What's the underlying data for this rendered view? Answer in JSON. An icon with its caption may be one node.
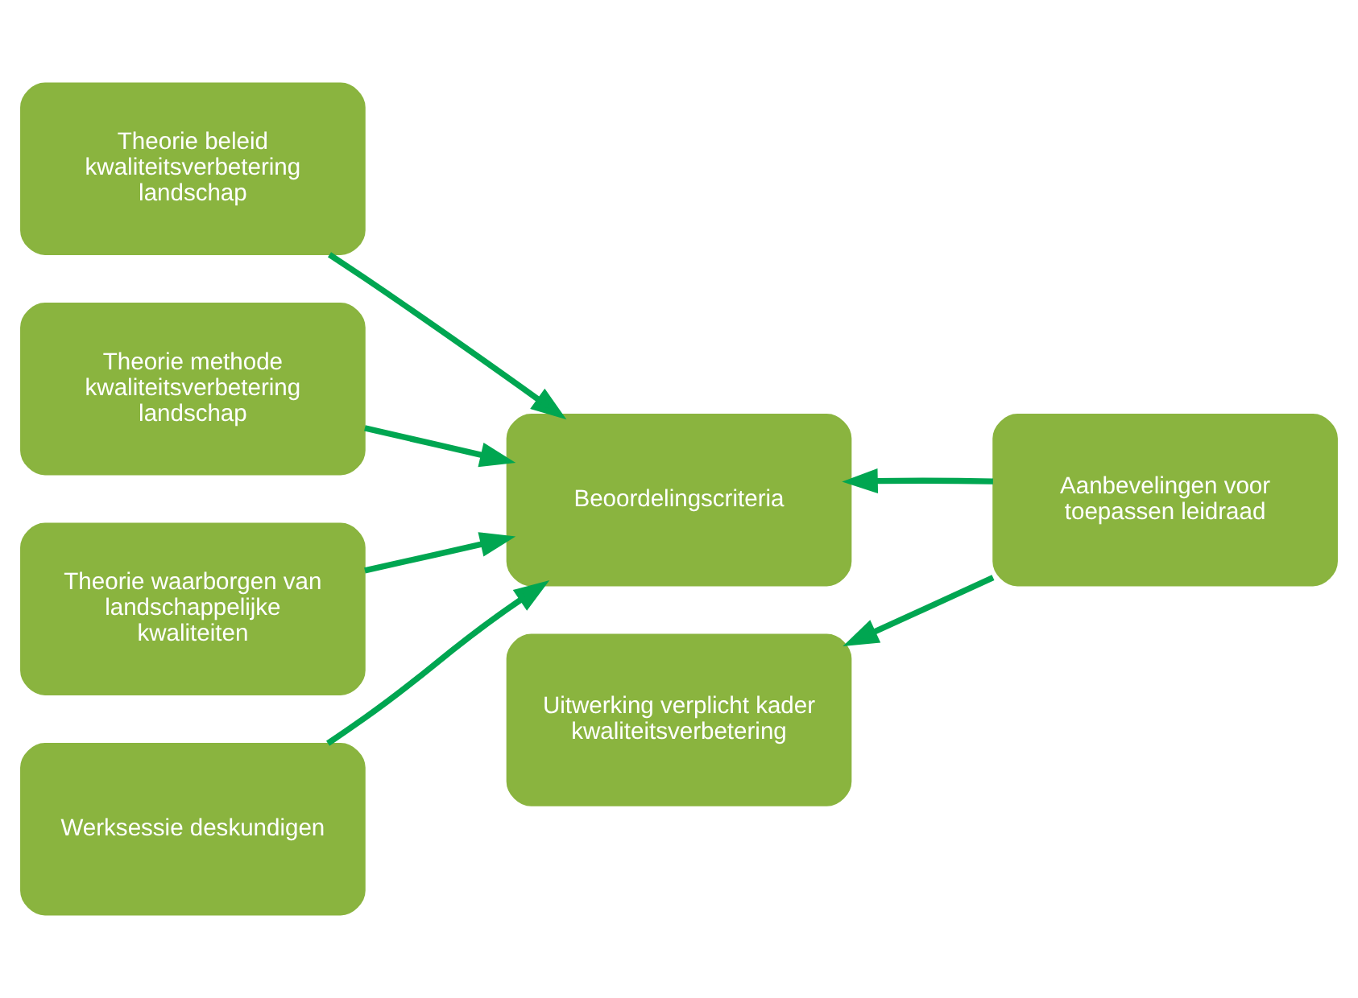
{
  "diagram": {
    "nodes": [
      {
        "text": [
          "Theorie beleid kwaliteitsverbetering landschap"
        ]
      },
      {
        "text": [
          "Theorie methode kwaliteitsverbetering landschap"
        ]
      },
      {
        "text": [
          "Theorie waarborgen van landschappelijke kwaliteiten"
        ]
      },
      {
        "text": [
          "Werksessie deskundigen"
        ]
      },
      {
        "text": [
          "Beoordelingscriteria"
        ]
      },
      {
        "text": [
          "Aanbevelingen voor toepassen leidraad"
        ]
      },
      {
        "text": [
          "Uitwerking verplicht kader kwaliteitsverbetering"
        ]
      }
    ],
    "edges": [
      {
        "from": 0,
        "to": 4,
        "arrow": "to"
      },
      {
        "from": 1,
        "to": 4,
        "arrow": "to"
      },
      {
        "from": 2,
        "to": 4,
        "arrow": "to"
      },
      {
        "from": 3,
        "to": 4,
        "arrow": "to"
      },
      {
        "from": 5,
        "to": 4,
        "arrow": "to"
      },
      {
        "from": 5,
        "to": 6,
        "arrow": "to"
      }
    ]
  }
}
